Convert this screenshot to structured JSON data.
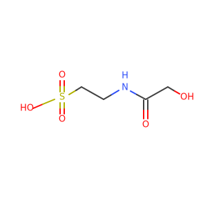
{
  "atoms": {
    "ho_left": {
      "label": "HO",
      "color": "#ff0d0d"
    },
    "s": {
      "label": "S",
      "color": "#b2b200"
    },
    "o_top": {
      "label": "O",
      "color": "#ff0d0d"
    },
    "o_bottom": {
      "label": "O",
      "color": "#ff0d0d"
    },
    "n": {
      "label": "N",
      "color": "#3050f8"
    },
    "h_on_n": {
      "label": "H",
      "color": "#3050f8"
    },
    "o_carbonyl": {
      "label": "O",
      "color": "#ff0d0d"
    },
    "oh_right": {
      "label": "OH",
      "color": "#ff0d0d"
    }
  },
  "colors": {
    "carbon_bond": "#404040",
    "oxygen": "#ff0d0d",
    "nitrogen": "#3050f8",
    "sulfur": "#b2b200",
    "background": "#ffffff"
  }
}
